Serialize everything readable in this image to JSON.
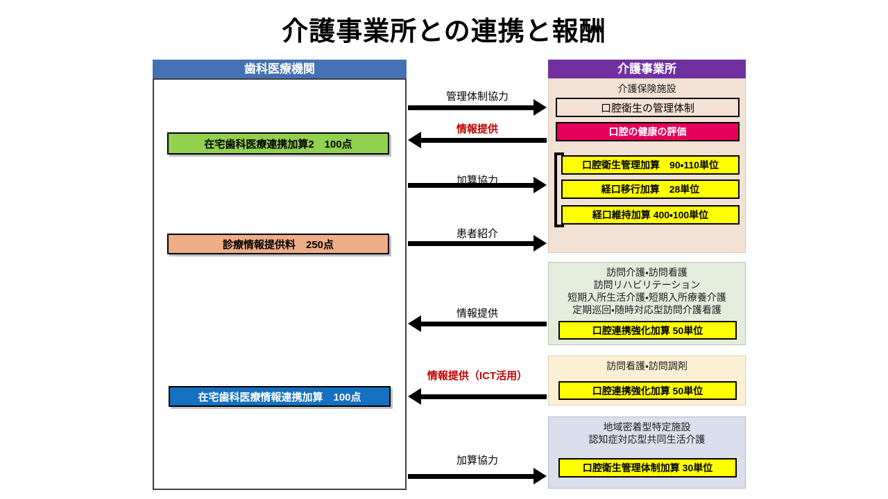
{
  "title": "介護事業所との連携と報酬",
  "columns": {
    "dental": {
      "header": "歯科医療機関"
    },
    "care": {
      "header": "介護事業所"
    }
  },
  "dental_boxes": [
    {
      "label": "在宅歯科医療連携加算2　100点",
      "color": "#92d050"
    },
    {
      "label": "診療情報提供料　250点",
      "color": "#eead84"
    },
    {
      "label": "在宅歯科医療情報連携加算　100点",
      "color": "#1570c0"
    }
  ],
  "care_panels": {
    "kaigo_hoken": {
      "title": "介護保険施設",
      "items": [
        {
          "label": "口腔衛生の管理体制",
          "color": "#f3e2d4"
        },
        {
          "label": "口腔の健康の評価",
          "color": "#e6005c"
        },
        {
          "label": "口腔衛生管理加算　90・110単位",
          "color": "#ffff00"
        },
        {
          "label": "経口移行加算　28単位",
          "color": "#ffff00"
        },
        {
          "label": "経口維持加算 400・100単位",
          "color": "#ffff00"
        }
      ]
    },
    "homon": {
      "title_lines": [
        "訪問介護・訪問看護",
        "訪問リハビリテーション",
        "短期入所生活介護・短期入所療養介護",
        "定期巡回・随時対応型訪問介護看護"
      ],
      "items": [
        {
          "label": "口腔連携強化加算 50単位",
          "color": "#ffff00"
        }
      ]
    },
    "homon_kango": {
      "title": "訪問看護・訪問調剤",
      "items": [
        {
          "label": "口腔連携強化加算 50単位",
          "color": "#ffff00"
        }
      ]
    },
    "chiiki": {
      "title_lines": [
        "地域密着型特定施設",
        "認知症対応型共同生活介護"
      ],
      "items": [
        {
          "label": "口腔衛生管理体制加算 30単位",
          "color": "#ffff00"
        }
      ]
    }
  },
  "arrows": [
    {
      "label": "管理体制協力",
      "direction": "right",
      "emphasis": "normal"
    },
    {
      "label": "情報提供",
      "direction": "left",
      "emphasis": "red"
    },
    {
      "label": "加算協力",
      "direction": "right",
      "emphasis": "normal"
    },
    {
      "label": "患者紹介",
      "direction": "right",
      "emphasis": "normal"
    },
    {
      "label": "情報提供",
      "direction": "left",
      "emphasis": "normal"
    },
    {
      "label": "情報提供（ICT活用）",
      "direction": "left",
      "emphasis": "red"
    },
    {
      "label": "加算協力",
      "direction": "right",
      "emphasis": "normal"
    }
  ],
  "colors": {
    "dental_header": "#4472b4",
    "care_header": "#7030a0",
    "accent_red": "#c00000",
    "highlight_yellow": "#ffff00",
    "magenta": "#e6005c"
  }
}
